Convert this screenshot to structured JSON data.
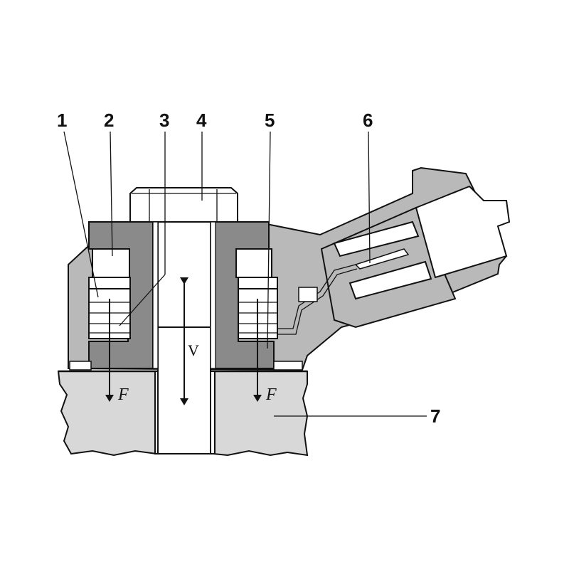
{
  "diagram": {
    "callouts": {
      "c1": "1",
      "c2": "2",
      "c3": "3",
      "c4": "4",
      "c5": "5",
      "c6": "6",
      "c7": "7"
    },
    "force_left": "F",
    "force_right": "F",
    "velocity": "V"
  },
  "colors": {
    "housing": "#b9b9b9",
    "dark_section": "#8a8a8a",
    "block": "#d8d8d8",
    "light": "#ffffff",
    "ink": "#111111"
  },
  "icons": {
    "force_arrow": "down-arrow",
    "velocity_arrow": "double-headed-vertical-arrow"
  }
}
